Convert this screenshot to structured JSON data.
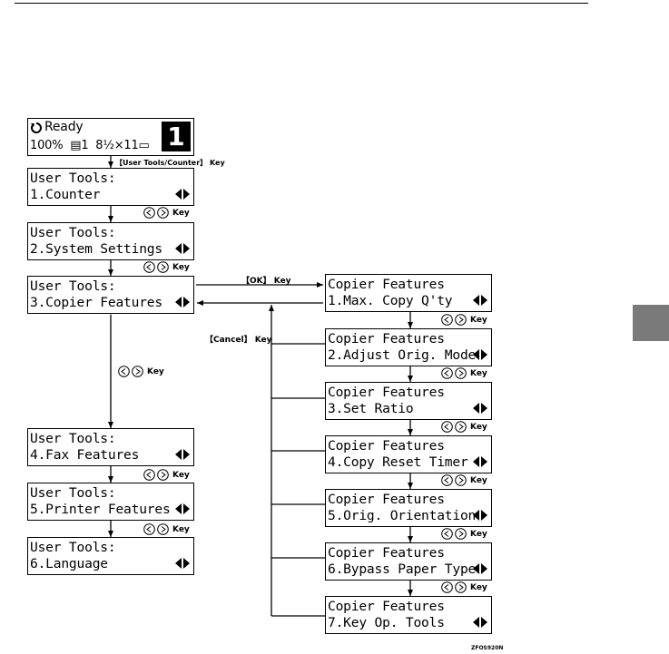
{
  "ready_screen": {
    "line1": "Ready",
    "line2": "100%  ▤1  8½×11▭",
    "copies": "1"
  },
  "user_tools": [
    {
      "line1": "User Tools:",
      "line2": "1.Counter"
    },
    {
      "line1": "User Tools:",
      "line2": "2.System Settings"
    },
    {
      "line1": "User Tools:",
      "line2": "3.Copier Features"
    },
    {
      "line1": "User Tools:",
      "line2": "4.Fax Features"
    },
    {
      "line1": "User Tools:",
      "line2": "5.Printer Features"
    },
    {
      "line1": "User Tools:",
      "line2": "6.Language"
    }
  ],
  "copier_features": [
    {
      "line1": "Copier Features",
      "line2": "1.Max. Copy Q'ty"
    },
    {
      "line1": "Copier Features",
      "line2": "2.Adjust Orig. Mode"
    },
    {
      "line1": "Copier Features",
      "line2": "3.Set Ratio"
    },
    {
      "line1": "Copier Features",
      "line2": "4.Copy Reset Timer"
    },
    {
      "line1": "Copier Features",
      "line2": "5.Orig. Orientation"
    },
    {
      "line1": "Copier Features",
      "line2": "6.Bypass Paper Type"
    },
    {
      "line1": "Copier Features",
      "line2": "7.Key Op. Tools"
    }
  ],
  "labels": {
    "user_tools_key": "【User Tools/Counter】 Key",
    "ok_key": "【OK】 Key",
    "cancel_key": "【Cancel】 Key",
    "key": "Key"
  },
  "figure_code": "ZFOS920N"
}
